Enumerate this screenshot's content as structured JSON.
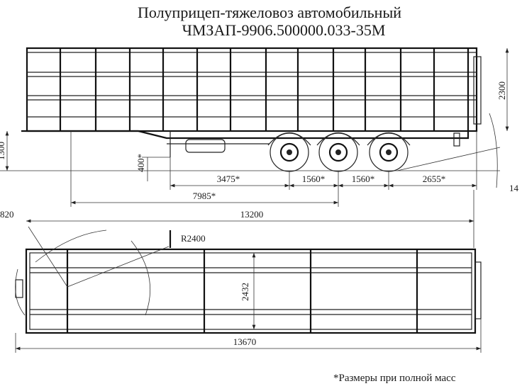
{
  "title": {
    "line1": "Полуприцеп-тяжеловоз автомобильный",
    "line2": "ЧМЗАП-9906.500000.033-35М"
  },
  "side_view": {
    "dims": {
      "height_body": "2300",
      "height_frame": "1300",
      "height_support": "400*",
      "d1": "3475*",
      "d2": "1560*",
      "d3": "1560*",
      "d4": "2655*",
      "d5": "7985*",
      "angle_partial": "14",
      "overall_length": "13200"
    }
  },
  "top_view": {
    "dims": {
      "front_partial": "820",
      "radius": "R2400",
      "width": "2432",
      "overall_length": "13670"
    }
  },
  "footnote": "*Размеры при полной масс"
}
